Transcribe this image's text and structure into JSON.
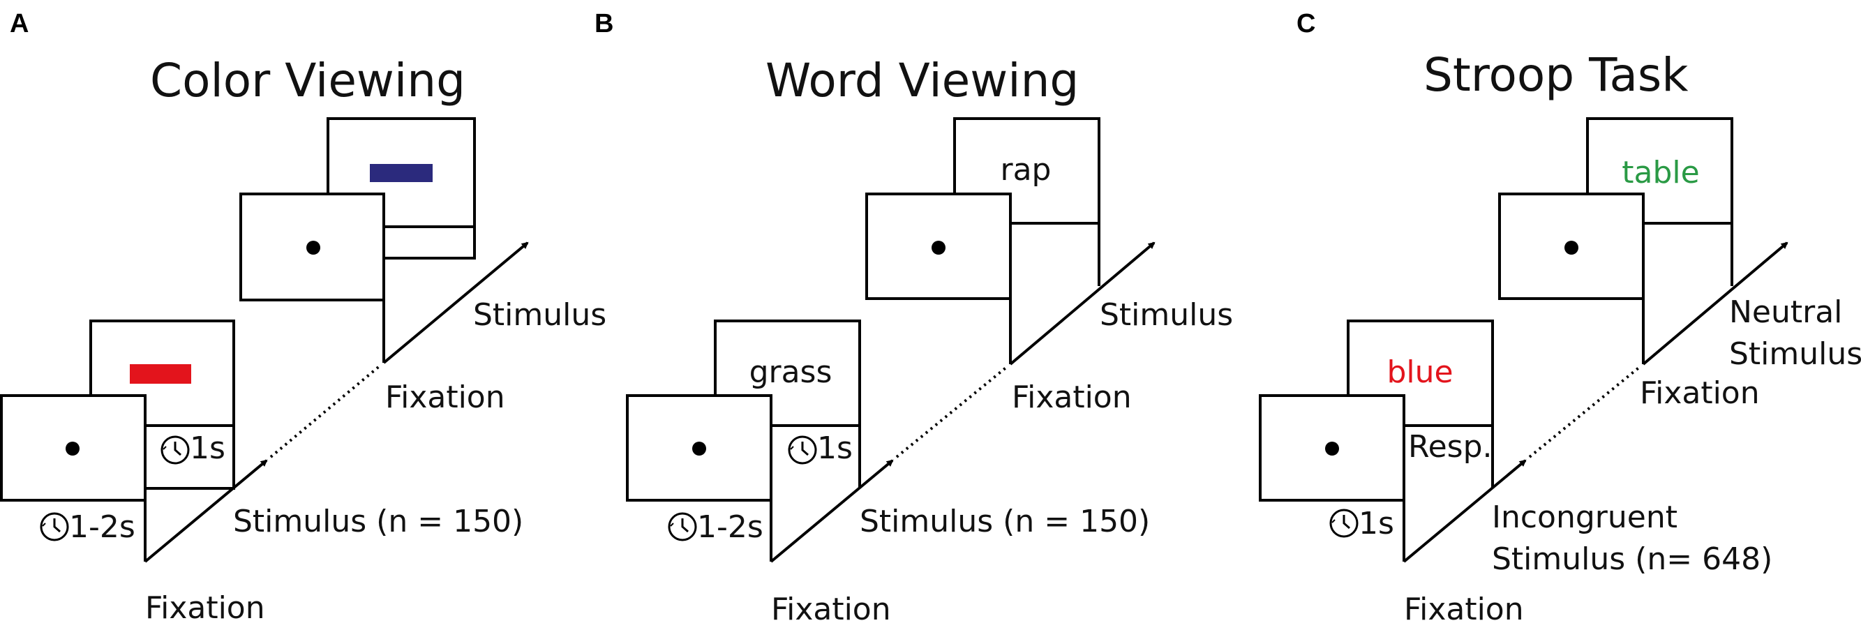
{
  "panels": [
    {
      "letter": "A",
      "title": "Color Viewing",
      "stimulus_label": "Stimulus",
      "fixation_label_top": "Fixation",
      "first_stimulus_label": "Stimulus (n = 150)",
      "fixation_label_bottom": "Fixation",
      "duration_first": "1-2s",
      "duration_second": "1s",
      "first_stimulus_color": "#e3141c",
      "second_stimulus_color": "#2b2a7d"
    },
    {
      "letter": "B",
      "title": "Word Viewing",
      "stimulus_label": "Stimulus",
      "fixation_label_top": "Fixation",
      "first_stimulus_label": "Stimulus (n = 150)",
      "fixation_label_bottom": "Fixation",
      "duration_first": "1-2s",
      "duration_second": "1s",
      "first_word": "grass",
      "second_word": "rap"
    },
    {
      "letter": "C",
      "title": "Stroop Task",
      "stimulus_label_line1": "Neutral",
      "stimulus_label_line2": "Stimulus",
      "fixation_label_top": "Fixation",
      "first_stimulus_label_line1": "Incongruent",
      "first_stimulus_label_line2": "Stimulus (n= 648)",
      "fixation_label_bottom": "Fixation",
      "duration_first": "1s",
      "response_label": "Resp.",
      "first_word": "blue",
      "first_word_color": "#e3141c",
      "second_word": "table",
      "second_word_color": "#2a9a45"
    }
  ]
}
